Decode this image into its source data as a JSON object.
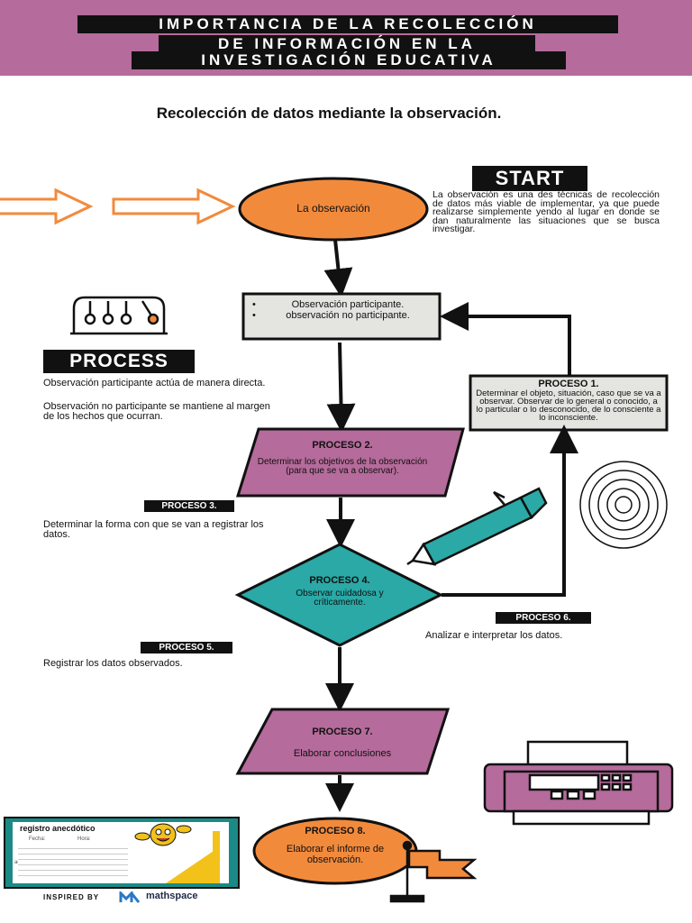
{
  "header": {
    "title_lines": [
      "IMPORTANCIA DE LA RECOLECCIÓN",
      "DE INFORMACIÓN EN LA",
      "INVESTIGACIÓN EDUCATIVA"
    ]
  },
  "subtitle": "Recolección de datos mediante la observación.",
  "start": {
    "label": "START",
    "description": "La observación es una des técnicas de recolección de datos más viable de implementar, ya que puede realizarse simplemente yendo al lugar en donde se dan naturalmente las situaciones que se busca investigar."
  },
  "nodes": {
    "observacion": "La observación",
    "tipos": [
      "Observación participante.",
      "observación no participante."
    ],
    "proceso1": {
      "title": "PROCESO 1.",
      "text": "Determinar el objeto, situación, caso que se va a observar. Observar de lo general o conocido, a lo particular o lo desconocido, de lo consciente a lo inconsciente."
    },
    "proceso2": {
      "title": "PROCESO 2.",
      "text": "Determinar los objetivos de la observación (para que se va a observar)."
    },
    "proceso4": {
      "title": "PROCESO 4.",
      "text": "Observar cuidadosa y críticamente."
    },
    "proceso7": {
      "title": "PROCESO 7.",
      "text": "Elaborar conclusiones"
    },
    "proceso8": {
      "title": "PROCESO 8.",
      "text": "Elaborar el informe de observación."
    }
  },
  "process": {
    "label": "PROCESS",
    "text1": " Observación participante  actúa de manera directa.",
    "text2": "Observación no participante se mantiene al margen de los hechos que ocurran."
  },
  "side_labels": {
    "proceso3": {
      "label": "PROCESO 3.",
      "text": "Determinar la forma con que se van a registrar los datos."
    },
    "proceso5": {
      "label": "PROCESO 5.",
      "text": "Registrar los datos observados."
    },
    "proceso6": {
      "label": "PROCESO 6.",
      "text": "Analizar e interpretar los datos."
    }
  },
  "registro": {
    "title": "registro anecdótico",
    "fecha": "Fecha:",
    "hora": "Hora:",
    "observacion": "ación:"
  },
  "footer": {
    "inspired": "INSPIRED BY",
    "brand": "mathspace"
  },
  "colors": {
    "header": "#b56b9b",
    "orange": "#f28a3c",
    "purple": "#b56b9b",
    "teal": "#2aa9a6",
    "gray_box": "#e4e4e0",
    "black": "#111111"
  }
}
